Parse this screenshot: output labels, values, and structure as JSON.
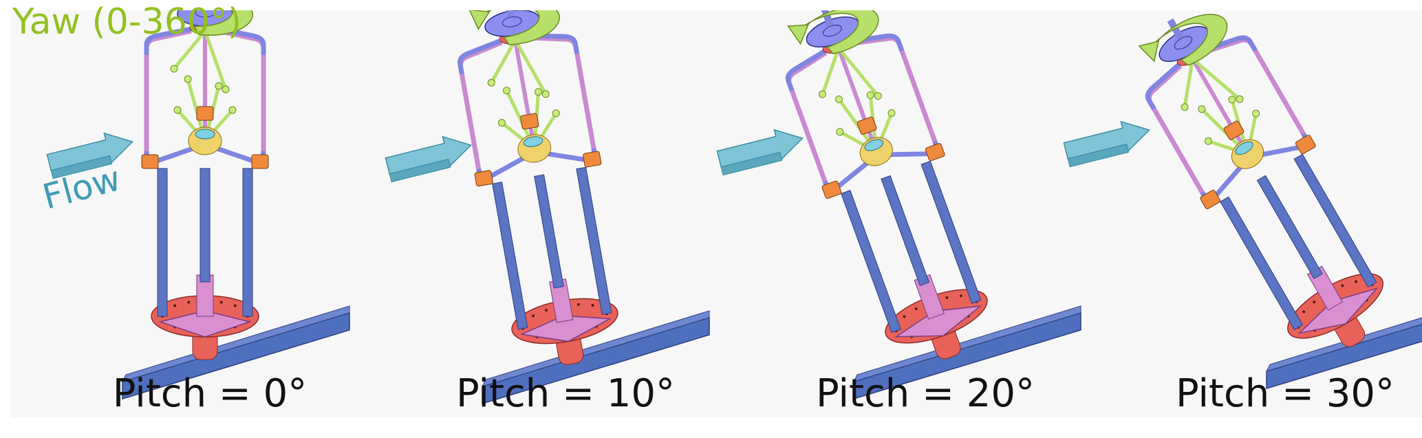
{
  "yaw_label": "Yaw (0-360°)",
  "flow_label": "Flow",
  "panels": [
    {
      "label": "Pitch = 0°",
      "pitch": 0
    },
    {
      "label": "Pitch = 10°",
      "pitch": 10
    },
    {
      "label": "Pitch = 20°",
      "pitch": 20
    },
    {
      "label": "Pitch = 30°",
      "pitch": 30
    }
  ],
  "colors": {
    "background": "#f7f7f7",
    "yaw": "#93c01f",
    "flow": "#3f9bb3",
    "rod": "#5b74c4",
    "frame_pink": "#c98ad0",
    "base_red": "#e8625a",
    "bracket_orange": "#ef8a3c",
    "hub_yellow": "#efd36a",
    "beam": "#4f6fbf"
  }
}
